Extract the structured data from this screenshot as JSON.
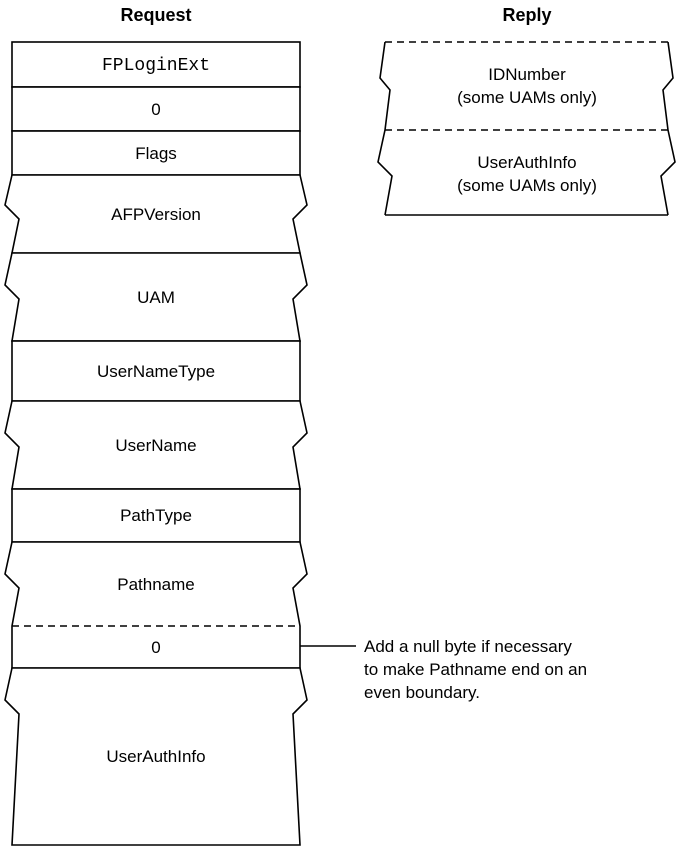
{
  "request": {
    "title": "Request",
    "fields": {
      "command": "FPLoginExt",
      "zero": "0",
      "flags": "Flags",
      "afp_version": "AFPVersion",
      "uam": "UAM",
      "user_name_type": "UserNameType",
      "user_name": "UserName",
      "path_type": "PathType",
      "pathname": "Pathname",
      "pad": "0",
      "user_auth_info": "UserAuthInfo"
    }
  },
  "reply": {
    "title": "Reply",
    "id_number": {
      "label": "IDNumber",
      "note": "(some UAMs only)"
    },
    "user_auth_info": {
      "label": "UserAuthInfo",
      "note": "(some UAMs only)"
    }
  },
  "annotation": {
    "lines": [
      "Add a null byte if necessary",
      "to make Pathname end on an",
      "even boundary."
    ]
  },
  "colors": {
    "command_fill": "#FAD7A3",
    "field_fill": "#BEE0EF"
  }
}
